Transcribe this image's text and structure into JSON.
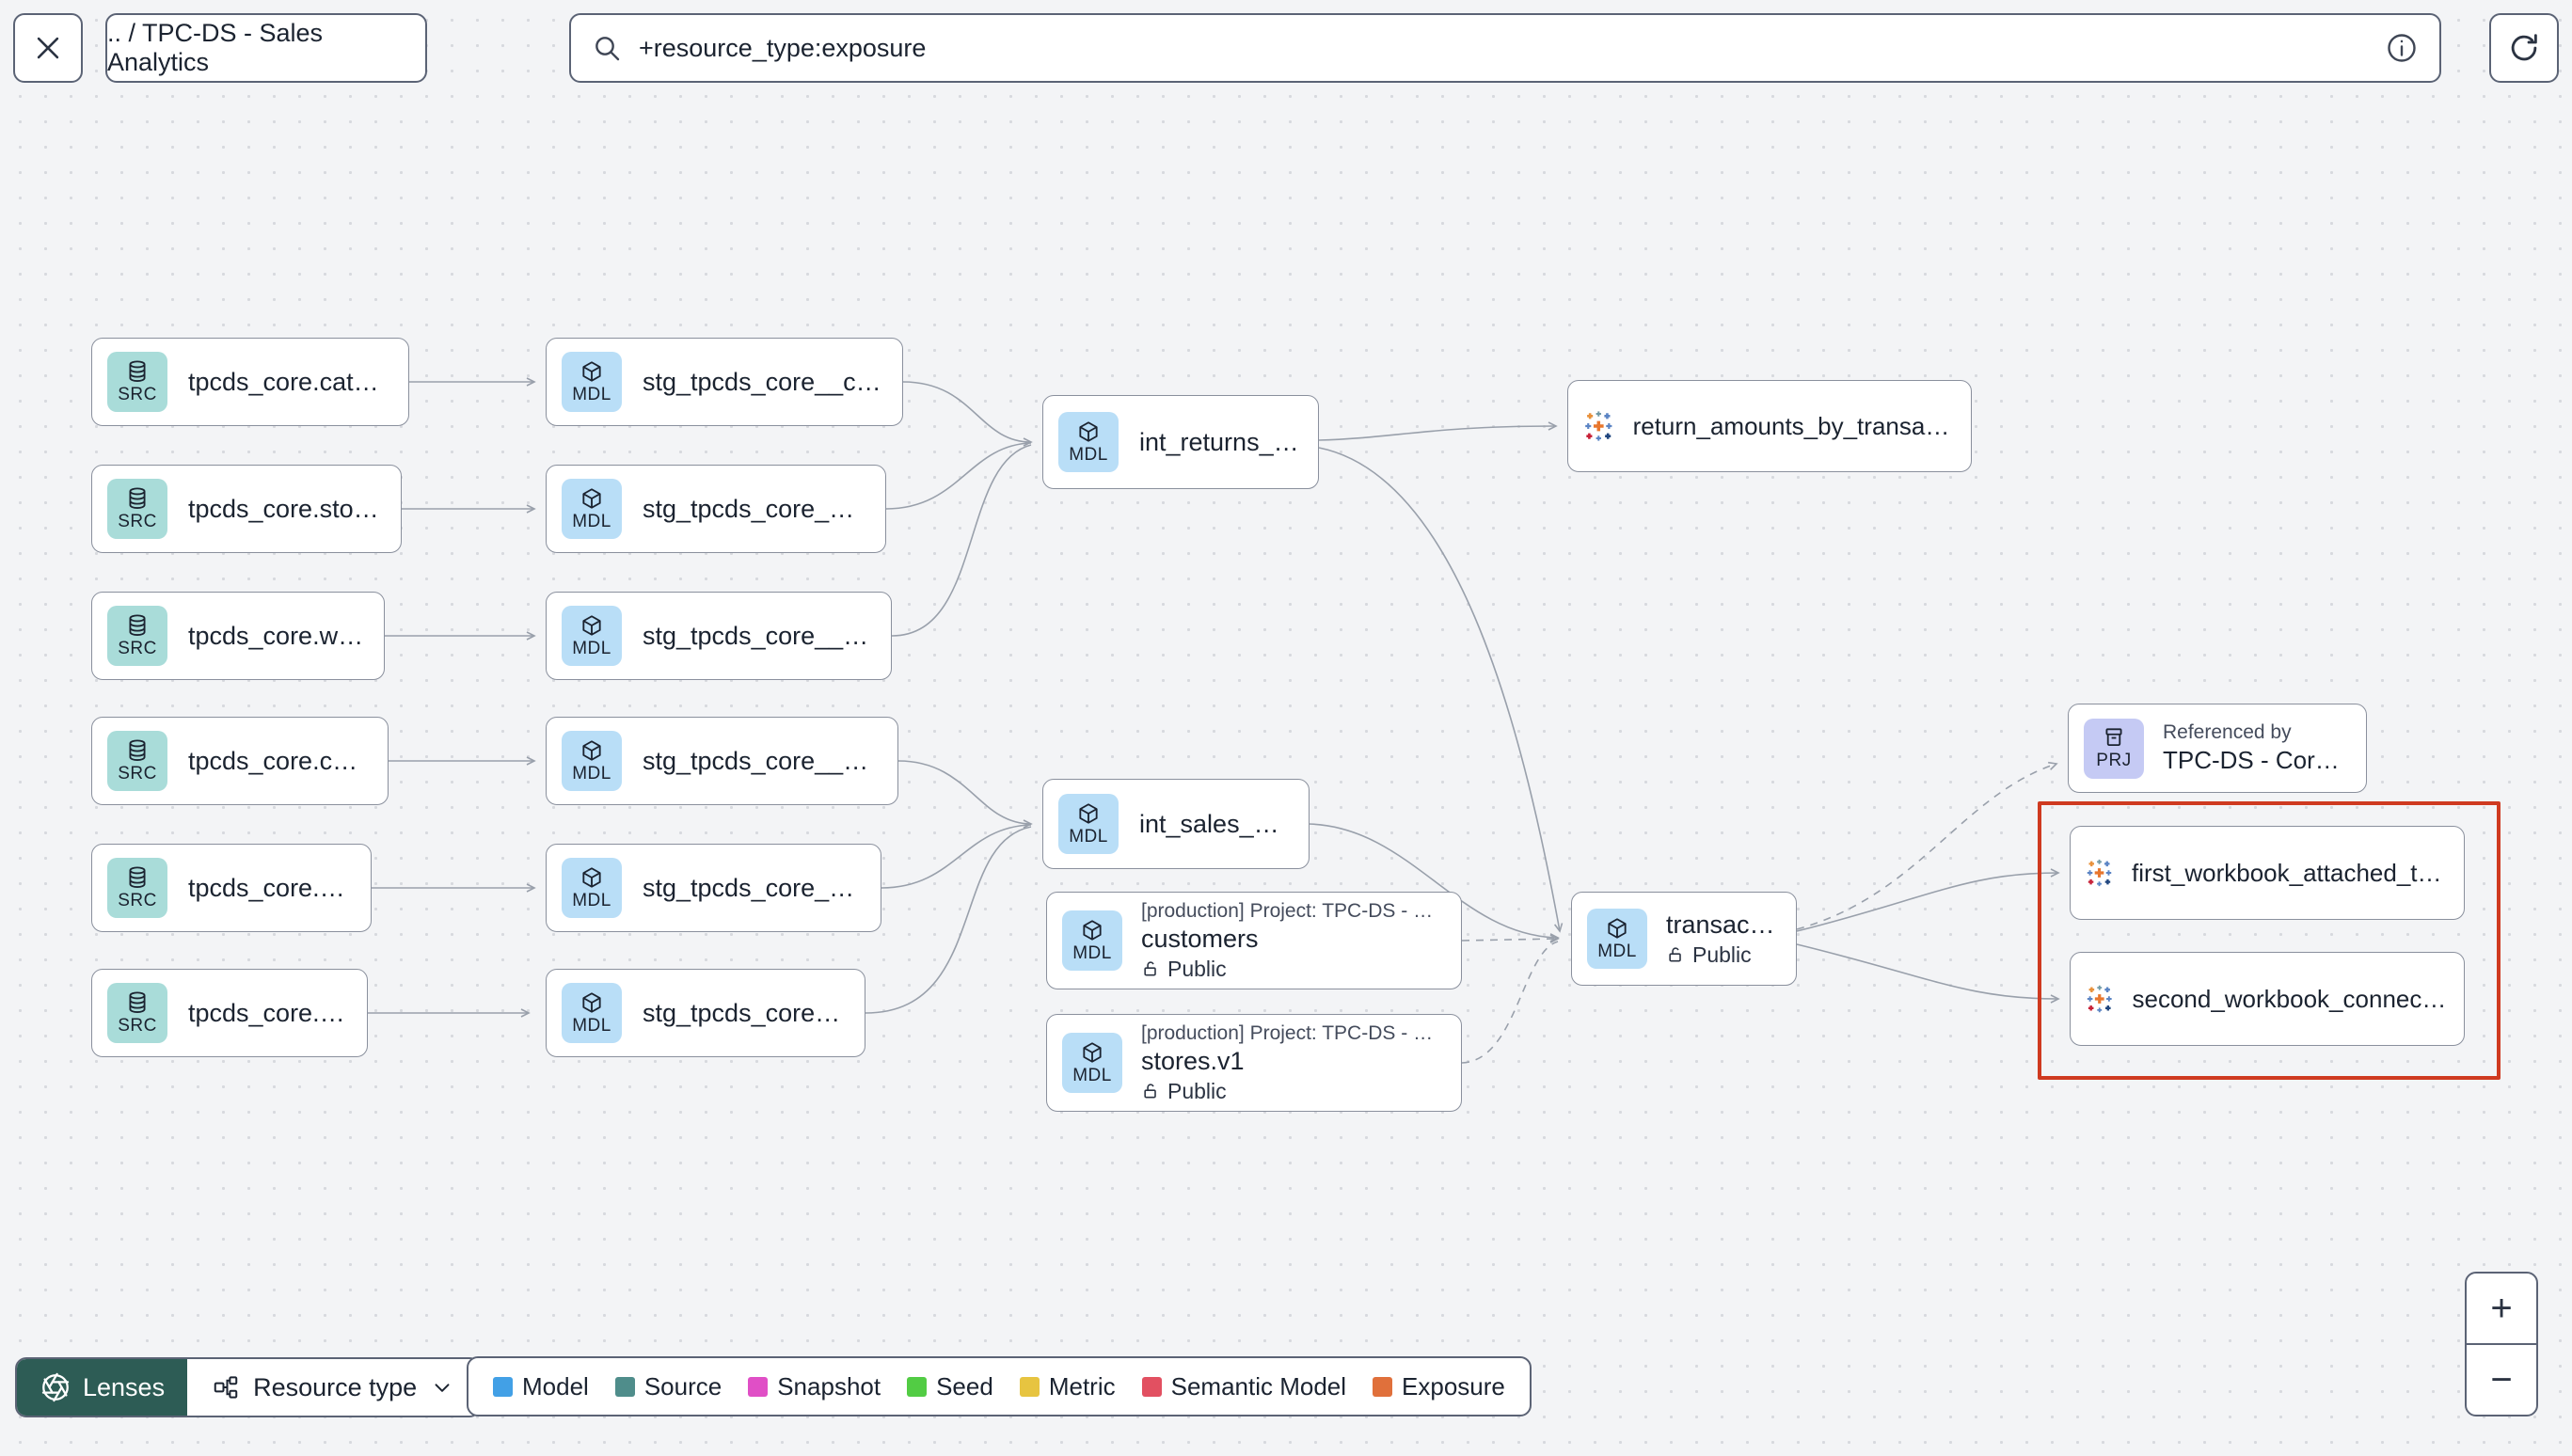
{
  "header": {
    "breadcrumb": ".. / TPC-DS - Sales Analytics",
    "search_value": "+resource_type:exposure"
  },
  "graph": {
    "sources": [
      {
        "badge": "SRC",
        "title": "tpcds_core.catalog_returns"
      },
      {
        "badge": "SRC",
        "title": "tpcds_core.store_returns"
      },
      {
        "badge": "SRC",
        "title": "tpcds_core.web_returns"
      },
      {
        "badge": "SRC",
        "title": "tpcds_core.catalog_sales"
      },
      {
        "badge": "SRC",
        "title": "tpcds_core.store_sales"
      },
      {
        "badge": "SRC",
        "title": "tpcds_core.web_sales"
      }
    ],
    "staging": [
      {
        "badge": "MDL",
        "title": "stg_tpcds_core__catalog_returns"
      },
      {
        "badge": "MDL",
        "title": "stg_tpcds_core__store_returns"
      },
      {
        "badge": "MDL",
        "title": "stg_tpcds_core__web_returns"
      },
      {
        "badge": "MDL",
        "title": "stg_tpcds_core__catalog_sales"
      },
      {
        "badge": "MDL",
        "title": "stg_tpcds_core__store_sales"
      },
      {
        "badge": "MDL",
        "title": "stg_tpcds_core__web_sales"
      }
    ],
    "intermediate": [
      {
        "badge": "MDL",
        "title": "int_returns__unioned"
      },
      {
        "badge": "MDL",
        "title": "int_sales__unioned"
      }
    ],
    "cross_project_models": [
      {
        "badge": "MDL",
        "project_context": "[production] Project: TPC-DS - Core Data Mo…",
        "title": "customers",
        "access": "Public"
      },
      {
        "badge": "MDL",
        "project_context": "[production] Project: TPC-DS - Core Data Mo…",
        "title": "stores.v1",
        "access": "Public"
      }
    ],
    "transactions": {
      "badge": "MDL",
      "title": "transactions",
      "access": "Public"
    },
    "project_ref": {
      "badge": "PRJ",
      "context": "Referenced by",
      "title": "TPC-DS - Core Data Models"
    },
    "exposures": [
      {
        "title": "return_amounts_by_transaction_type"
      },
      {
        "title": "first_workbook_attached_to_tpc-ds_-_…"
      },
      {
        "title": "second_workbook_connected_to_live…"
      }
    ]
  },
  "toolbar": {
    "lenses_label": "Lenses",
    "resource_type_label": "Resource type"
  },
  "legend": {
    "items": [
      {
        "label": "Model",
        "color": "#42a0e6"
      },
      {
        "label": "Source",
        "color": "#4f8d8b"
      },
      {
        "label": "Snapshot",
        "color": "#e04fc6"
      },
      {
        "label": "Seed",
        "color": "#52cc44"
      },
      {
        "label": "Metric",
        "color": "#e7c440"
      },
      {
        "label": "Semantic Model",
        "color": "#e25061"
      },
      {
        "label": "Exposure",
        "color": "#e0703b"
      }
    ]
  },
  "zoom_controls": {
    "zoom_in": "+",
    "zoom_out": "−"
  }
}
